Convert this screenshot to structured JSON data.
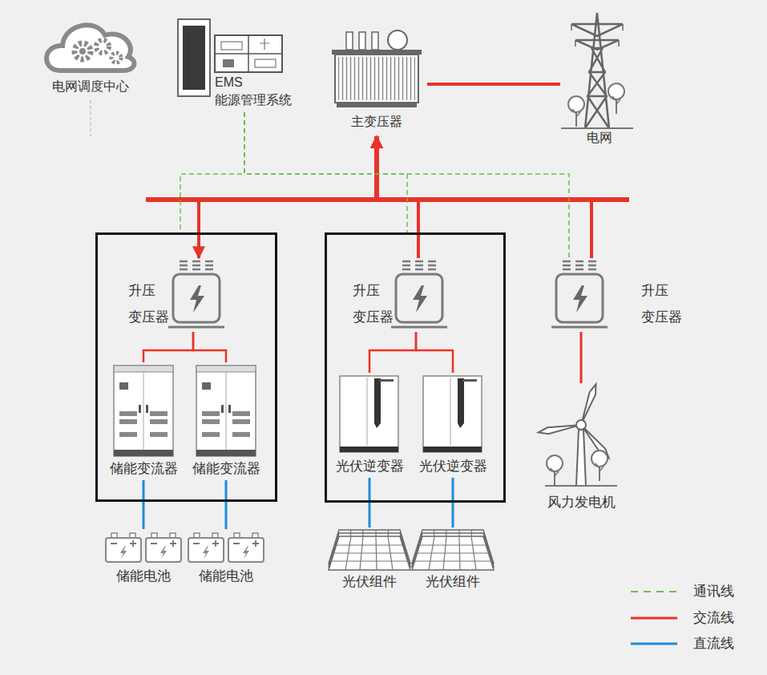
{
  "diagram": {
    "nodes": [
      {
        "text": [
          "电网调度中心"
        ]
      },
      {
        "text": [
          "EMS 能源管理系统"
        ]
      },
      {
        "text": [
          "主变压器"
        ]
      },
      {
        "text": [
          "电网"
        ]
      },
      {
        "text": []
      },
      {
        "text": [
          "升压 变压器"
        ],
        "in": 4
      },
      {
        "text": [
          "储能变流器"
        ],
        "in": 4
      },
      {
        "text": [
          "储能变流器"
        ],
        "in": 4
      },
      {
        "text": []
      },
      {
        "text": [
          "升压 变压器"
        ],
        "in": 8
      },
      {
        "text": [
          "光伏逆变器"
        ],
        "in": 8
      },
      {
        "text": [
          "光伏逆变器"
        ],
        "in": 8
      },
      {
        "text": [
          "升压 变压器"
        ]
      },
      {
        "text": [
          "风力发电机"
        ]
      },
      {
        "text": [
          "储能电池"
        ]
      },
      {
        "text": [
          "储能电池"
        ]
      },
      {
        "text": [
          "光伏组件"
        ]
      },
      {
        "text": [
          "光伏组件"
        ]
      }
    ],
    "edges": [
      {
        "from": 2,
        "to": 3,
        "arrow": "none"
      },
      {
        "from": 5,
        "to": 2,
        "arrow": "both"
      },
      {
        "from": 9,
        "to": 2,
        "arrow": "to"
      },
      {
        "from": 12,
        "to": 2,
        "arrow": "to"
      },
      {
        "from": 5,
        "to": 6,
        "arrow": "none"
      },
      {
        "from": 5,
        "to": 7,
        "arrow": "none"
      },
      {
        "from": 9,
        "to": 10,
        "arrow": "none"
      },
      {
        "from": 9,
        "to": 11,
        "arrow": "none"
      },
      {
        "from": 13,
        "to": 12,
        "arrow": "none"
      },
      {
        "from": 6,
        "to": 14,
        "arrow": "none"
      },
      {
        "from": 7,
        "to": 15,
        "arrow": "none"
      },
      {
        "from": 10,
        "to": 16,
        "arrow": "none"
      },
      {
        "from": 11,
        "to": 17,
        "arrow": "none"
      },
      {
        "from": 1,
        "to": 4,
        "arrow": "none"
      },
      {
        "from": 1,
        "to": 8,
        "arrow": "none"
      },
      {
        "from": 1,
        "to": 12,
        "arrow": "none"
      }
    ],
    "legend": [
      {
        "text": "通讯线"
      },
      {
        "text": "交流线"
      },
      {
        "text": "直流线"
      }
    ]
  }
}
